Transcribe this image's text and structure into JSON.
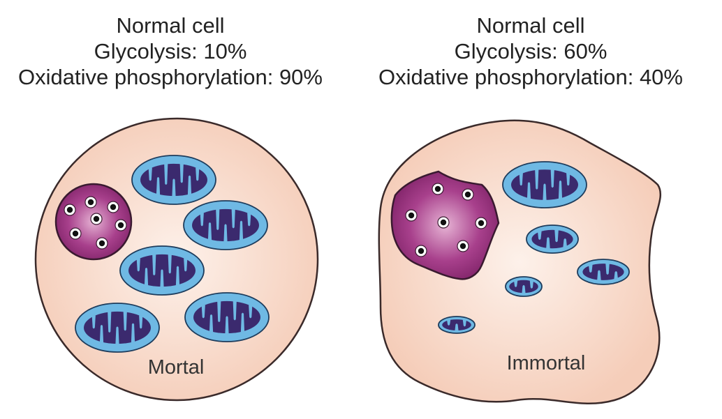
{
  "left_panel": {
    "title": "Normal cell",
    "glycolysis": "Glycolysis: 10%",
    "oxphos": "Oxidative phosphorylation: 90%",
    "cell_label": "Mortal"
  },
  "right_panel": {
    "title": "Normal cell",
    "glycolysis": "Glycolysis: 60%",
    "oxphos": "Oxidative phosphorylation: 40%",
    "cell_label": "Immortal"
  },
  "colors": {
    "cytoplasm": "#f6d3c1",
    "cytoplasm_outline": "#3a2a2a",
    "nucleus": "#8e2a72",
    "mitochondrion_outer": "#6fb9e4",
    "mitochondrion_cristae": "#3b2a6e"
  }
}
